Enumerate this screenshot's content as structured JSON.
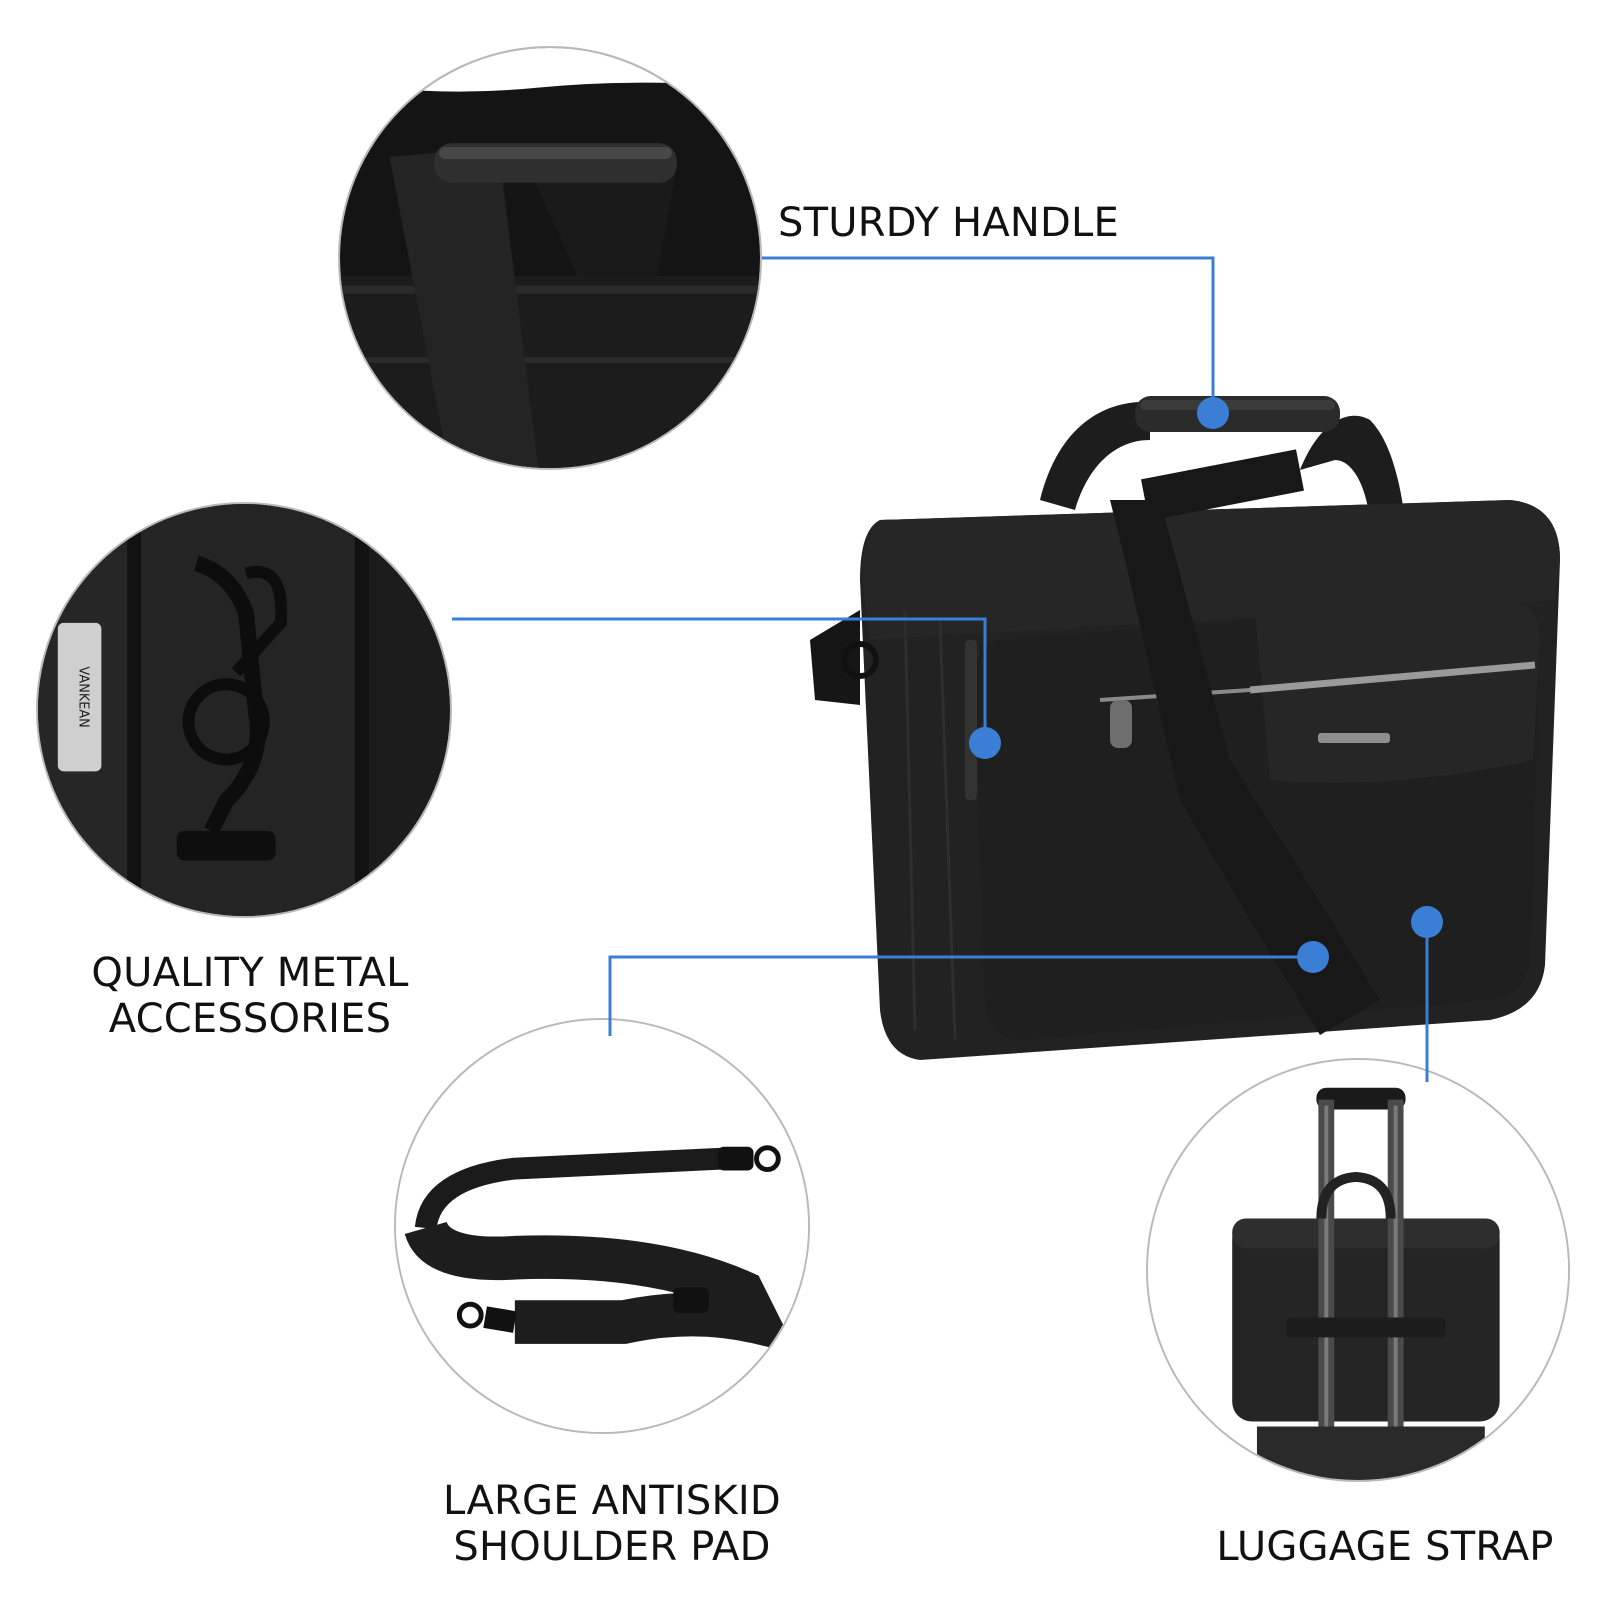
{
  "callouts": {
    "sturdy_handle": {
      "label": "STURDY HANDLE"
    },
    "metal_accessories": {
      "lines": [
        "QUALITY METAL",
        "ACCESSORIES"
      ]
    },
    "shoulder_pad": {
      "lines": [
        "LARGE ANTISKID",
        "SHOULDER PAD"
      ]
    },
    "luggage_strap": {
      "label": "LUGGAGE STRAP"
    }
  },
  "brand_mark": "VANKEAN",
  "colors": {
    "accent": "#3a7fd5",
    "bag_black": "#202020",
    "circle_border": "#b9b9b9"
  }
}
